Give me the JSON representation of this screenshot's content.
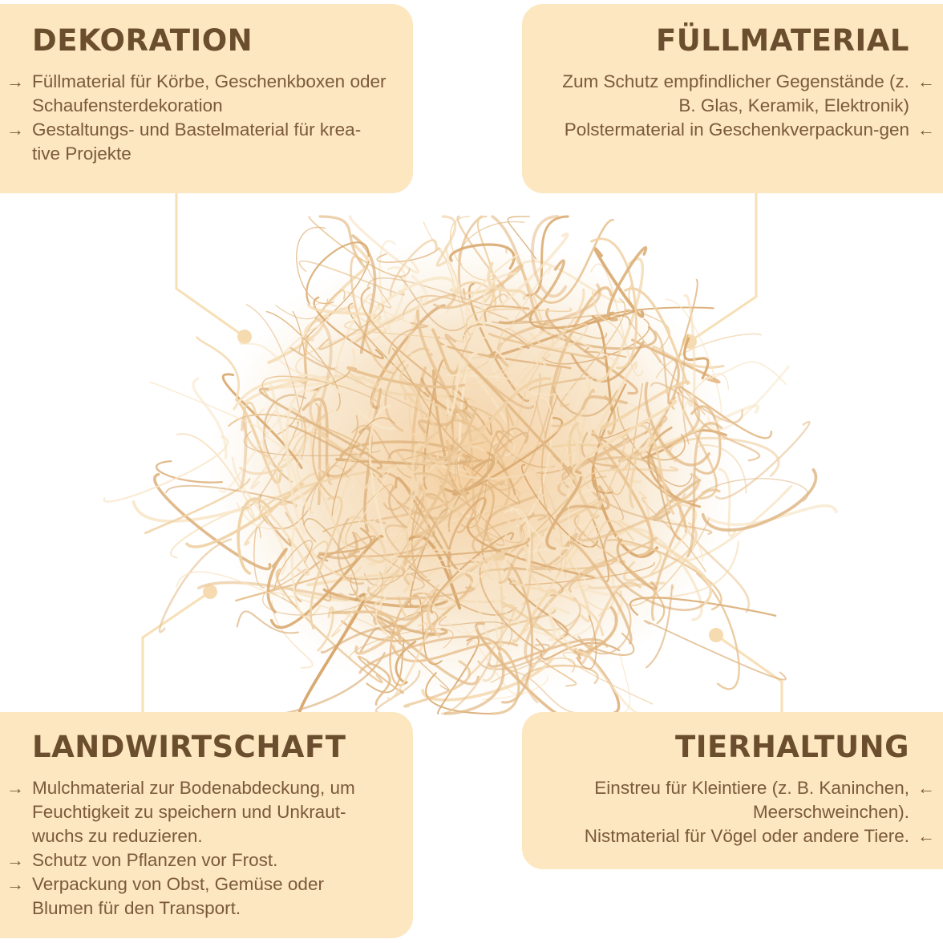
{
  "cards": {
    "dekoration": {
      "title": "DEKORATION",
      "items": [
        "Füllmaterial für Körbe, Geschenkboxen oder Schaufensterdekoration",
        "Gestaltungs- und Bastelmaterial für krea-tive Projekte"
      ]
    },
    "fuellmaterial": {
      "title": "FÜLLMATERIAL",
      "items": [
        "Zum Schutz empfindlicher Gegenstände (z. B. Glas, Keramik, Elektronik)",
        "Polstermaterial in Geschenkverpackun-gen"
      ]
    },
    "landwirtschaft": {
      "title": "LANDWIRTSCHAFT",
      "items": [
        "Mulchmaterial zur Bodenabdeckung, um Feuchtigkeit zu speichern und Unkraut-wuchs zu reduzieren.",
        "Schutz von Pflanzen vor Frost.",
        "Verpackung von Obst, Gemüse oder Blumen für den Transport."
      ]
    },
    "tierhaltung": {
      "title": "TIERHALTUNG",
      "items": [
        "Einstreu für Kleintiere (z. B. Kaninchen, Meerschweinchen).",
        "Nistmaterial für Vögel oder andere Tiere."
      ]
    }
  },
  "icons": {
    "bullet_left": "arrow-right-icon",
    "bullet_right": "arrow-left-icon"
  },
  "colors": {
    "card_bg": "#fde7c0",
    "title": "#6b4e2e",
    "text": "#7a5a3a",
    "connector": "#f7dfb6",
    "wood": "#e8c99a"
  }
}
